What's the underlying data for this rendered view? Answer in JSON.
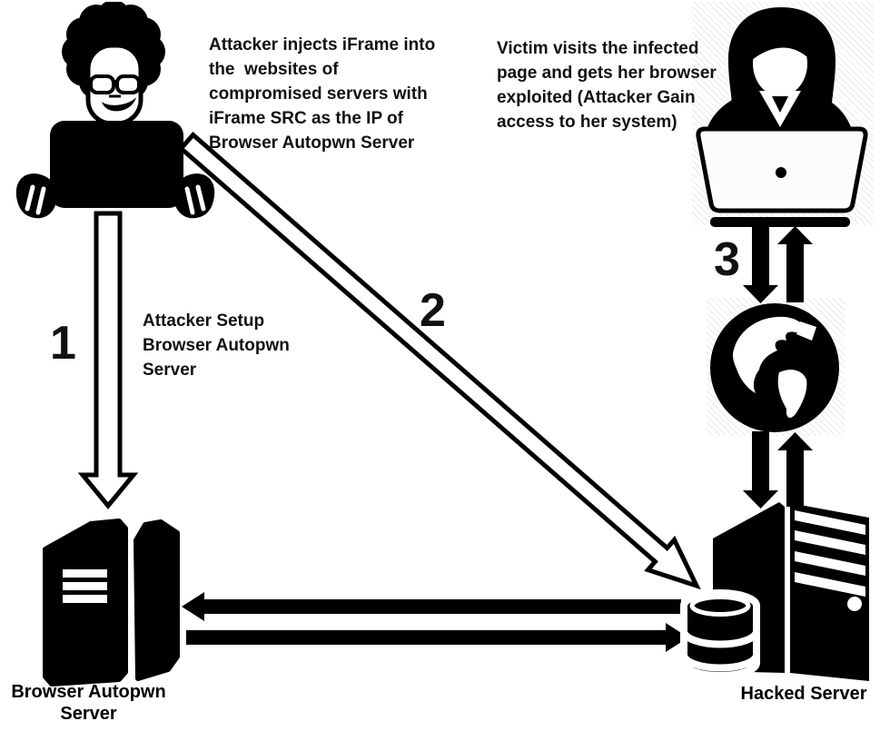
{
  "colors": {
    "ink": "#000000",
    "paper": "#ffffff",
    "hatch": "#e9e9e9"
  },
  "captions": {
    "attacker": "Attacker injects iFrame into\nthe  websites of\ncompromised servers with\niFrame SRC as the IP of\nBrowser Autopwn Server",
    "victim": "Victim visits the infected\npage and gets her browser\nexploited (Attacker Gain\naccess to her system)"
  },
  "steps": {
    "one": {
      "number": "1",
      "label": "Attacker Setup\nBrowser Autopwn\nServer"
    },
    "two": {
      "number": "2"
    },
    "three": {
      "number": "3"
    }
  },
  "nodes": {
    "browser_autopwn_server": {
      "label": "Browser Autopwn\nServer"
    },
    "hacked_server": {
      "label": "Hacked Server"
    }
  }
}
